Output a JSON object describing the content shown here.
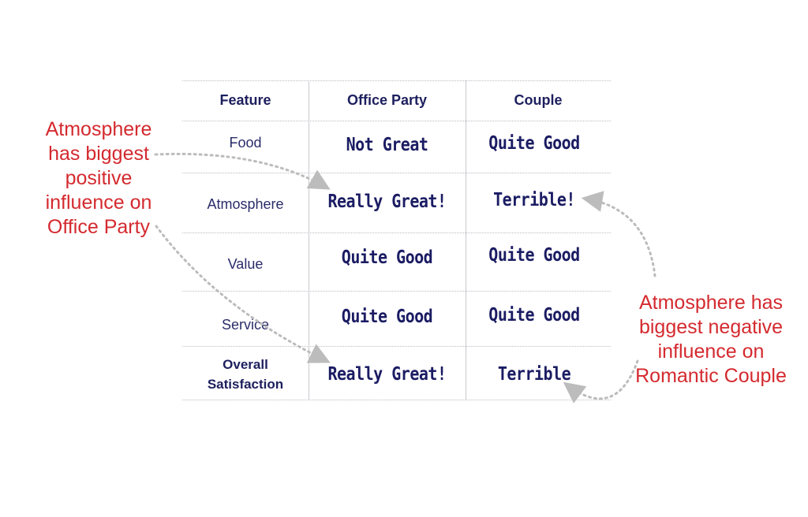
{
  "table": {
    "headers": [
      "Feature",
      "Office Party",
      "Couple"
    ],
    "rows": [
      {
        "feature": "Food",
        "office_party": "Not Great",
        "couple": "Quite Good"
      },
      {
        "feature": "Atmosphere",
        "office_party": "Really Great!",
        "couple": "Terrible!"
      },
      {
        "feature": "Value",
        "office_party": "Quite Good",
        "couple": "Quite Good"
      },
      {
        "feature": "Service",
        "office_party": "Quite Good",
        "couple": "Quite Good"
      },
      {
        "feature_line1": "Overall",
        "feature_line2": "Satisfaction",
        "office_party": "Really Great!",
        "couple": "Terrible"
      }
    ]
  },
  "annotations": {
    "left": [
      "Atmosphere",
      "has biggest",
      "positive",
      "influence on",
      "Office Party"
    ],
    "right": [
      "Atmosphere has",
      "biggest negative",
      "influence on",
      "Romantic Couple"
    ]
  },
  "colors": {
    "annotation": "#d42a2f",
    "table_text": "#1d1f5e",
    "arrow": "#bcbcbc"
  }
}
